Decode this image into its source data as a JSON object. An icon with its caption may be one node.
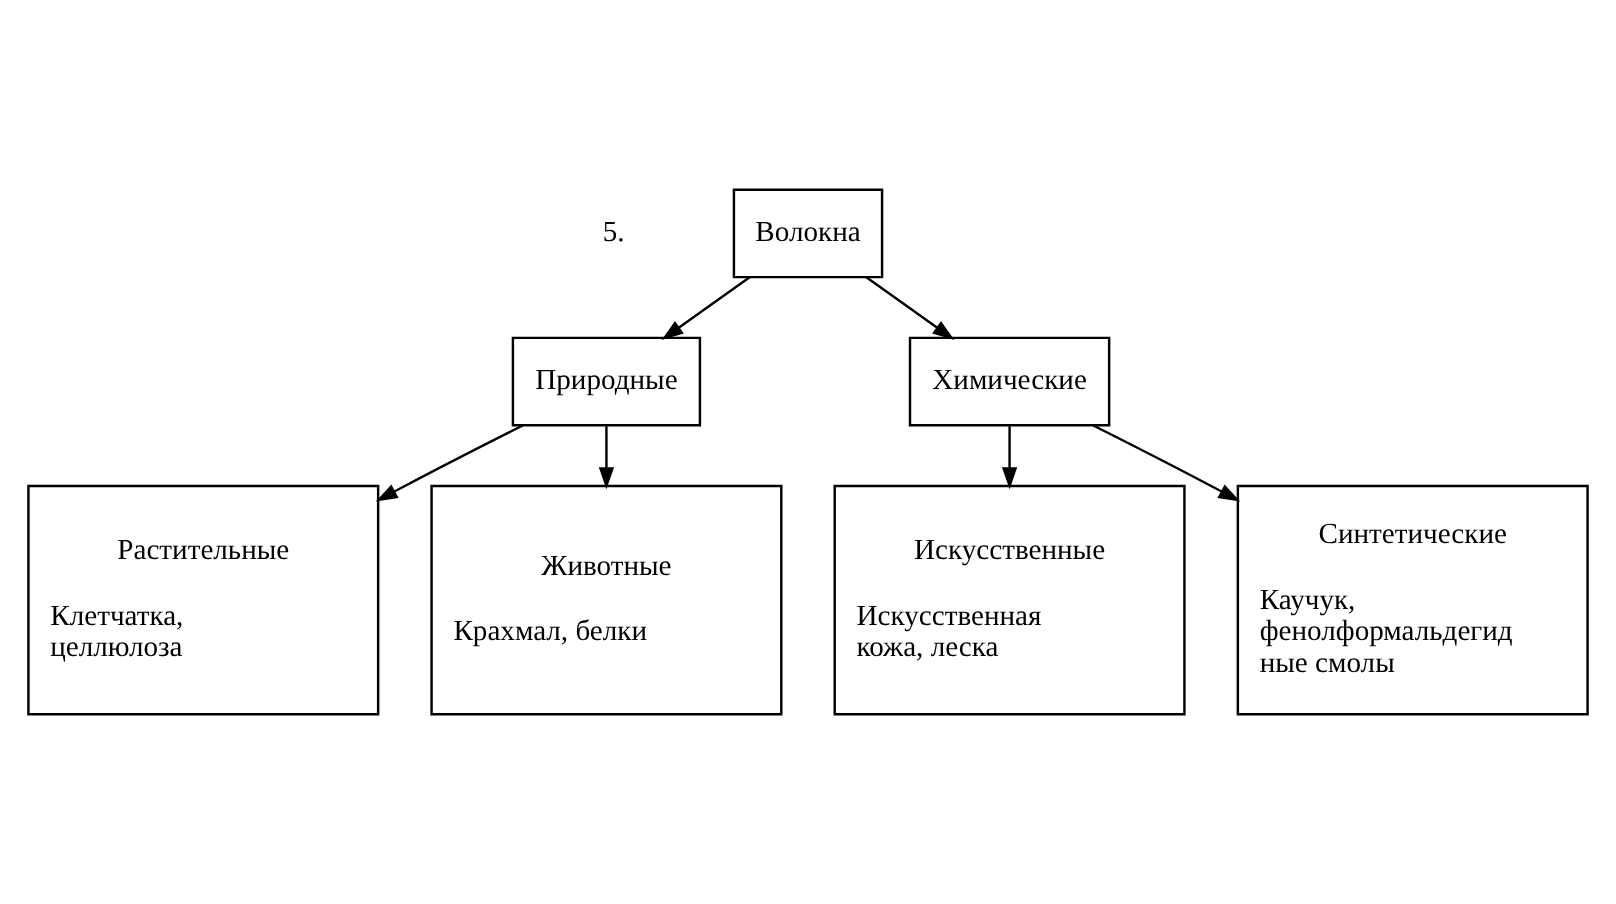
{
  "diagram": {
    "nodes": [
      {
        "text": [
          "Волокна"
        ]
      },
      {
        "text": [
          "Природные"
        ]
      },
      {
        "text": [
          "Химические"
        ]
      },
      {
        "text": [
          "Растительные",
          "Клетчатка, целлюлоза"
        ]
      },
      {
        "text": [
          "Животные",
          "Крахмал, белки"
        ]
      },
      {
        "text": [
          "Искусственные",
          "Искусственная кожа, леска"
        ]
      },
      {
        "text": [
          "Синтетические",
          "Каучук, фенолформальдегид ные смолы"
        ]
      }
    ],
    "edges": [
      {
        "from": 0,
        "to": 1,
        "arrow": "to"
      },
      {
        "from": 0,
        "to": 2,
        "arrow": "to"
      },
      {
        "from": 1,
        "to": 3,
        "arrow": "to"
      },
      {
        "from": 1,
        "to": 4,
        "arrow": "to"
      },
      {
        "from": 2,
        "to": 5,
        "arrow": "to"
      },
      {
        "from": 2,
        "to": 6,
        "arrow": "to"
      }
    ],
    "labels": [
      "5."
    ]
  }
}
